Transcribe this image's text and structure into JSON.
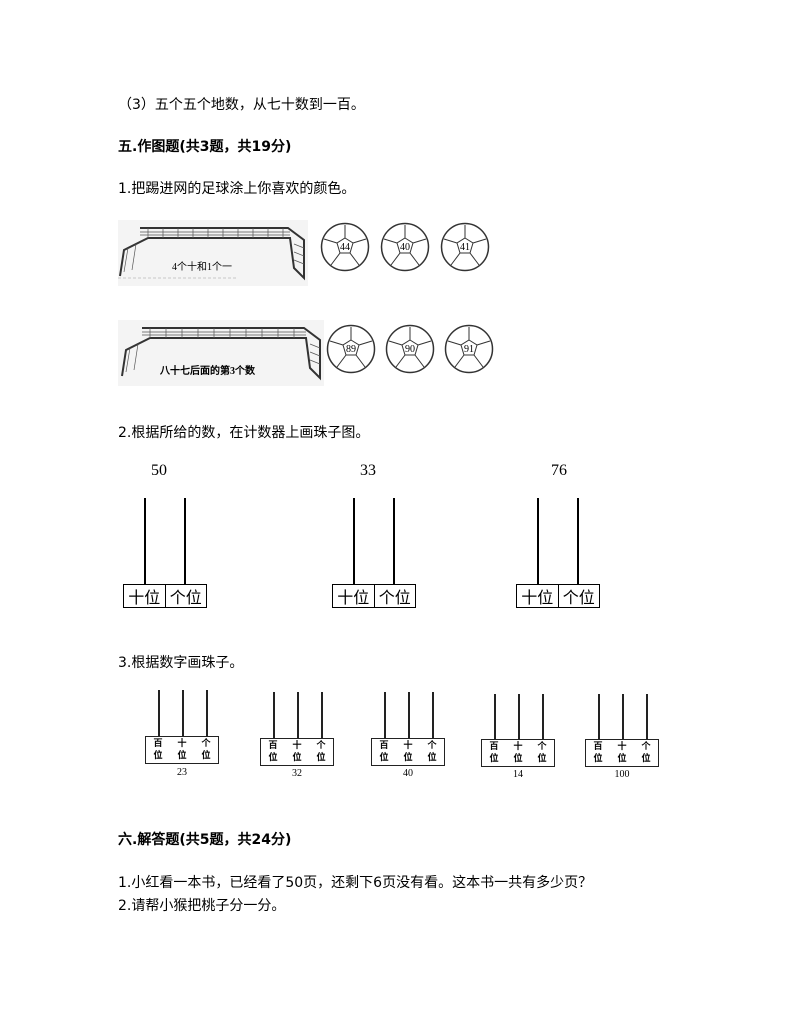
{
  "item3": "（3）五个五个地数，从七十数到一百。",
  "section5": {
    "heading": "五.作图题(共3题，共19分)",
    "q1": {
      "prompt": "1.把踢进网的足球涂上你喜欢的颜色。",
      "rows": [
        {
          "goal_label": "4个十和1个一",
          "balls": [
            "44",
            "40",
            "41"
          ]
        },
        {
          "goal_label": "八十七后面的第3个数",
          "balls": [
            "89",
            "90",
            "91"
          ]
        }
      ]
    },
    "q2": {
      "prompt": "2.根据所给的数，在计数器上画珠子图。",
      "counters": [
        {
          "number": "50",
          "tens": "十位",
          "ones": "个位"
        },
        {
          "number": "33",
          "tens": "十位",
          "ones": "个位"
        },
        {
          "number": "76",
          "tens": "十位",
          "ones": "个位"
        }
      ]
    },
    "q3": {
      "prompt": "3.根据数字画珠子。",
      "counters": [
        {
          "hundreds": "百位",
          "tens": "十位",
          "ones": "个位",
          "number": "23"
        },
        {
          "hundreds": "百位",
          "tens": "十位",
          "ones": "个位",
          "number": "32"
        },
        {
          "hundreds": "百位",
          "tens": "十位",
          "ones": "个位",
          "number": "40"
        },
        {
          "hundreds": "百位",
          "tens": "十位",
          "ones": "个位",
          "number": "14"
        },
        {
          "hundreds": "百位",
          "tens": "十位",
          "ones": "个位",
          "number": "100"
        }
      ]
    }
  },
  "section6": {
    "heading": "六.解答题(共5题，共24分)",
    "q1": "1.小红看一本书，已经看了50页，还剩下6页没有看。这本书一共有多少页？",
    "q2": "2.请帮小猴把桃子分一分。"
  }
}
